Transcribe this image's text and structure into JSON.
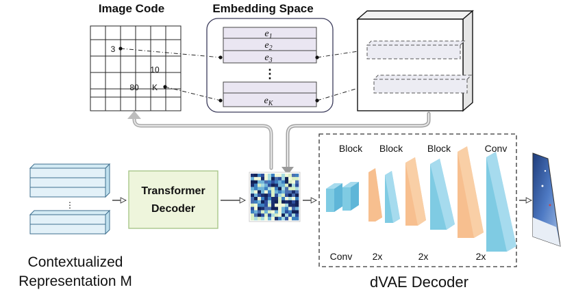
{
  "titles": {
    "image_code": "Image Code",
    "embedding_space": "Embedding Space",
    "contextualized_line1": "Contextualized",
    "contextualized_line2": "Representation M",
    "dvae_decoder": "dVAE Decoder"
  },
  "grid_cells": {
    "three": "3",
    "ten": "10",
    "eighty": "80",
    "k": "K"
  },
  "embeddings": {
    "e1": "e",
    "e1_sub": "1",
    "e2": "e",
    "e2_sub": "2",
    "e3": "e",
    "e3_sub": "3",
    "ek": "e",
    "ek_sub": "K",
    "dots": "⋮"
  },
  "transformer": {
    "line1": "Transformer",
    "line2": "Decoder"
  },
  "stack_dots": "⋮",
  "decoder_blocks": {
    "block1": "Block",
    "block2": "Block",
    "block3": "Block",
    "conv_top": "Conv",
    "conv_bottom": "Conv",
    "rep1": "2x",
    "rep2": "2x",
    "rep3": "2x"
  },
  "colors": {
    "blue_layer": "#7fcbe3",
    "orange_layer": "#f7bf8f",
    "transformer_fill": "#eef5dc",
    "transformer_border": "#a8c68a",
    "embed_fill": "#eae6f2",
    "stack_fill": "#e3f1f8"
  }
}
